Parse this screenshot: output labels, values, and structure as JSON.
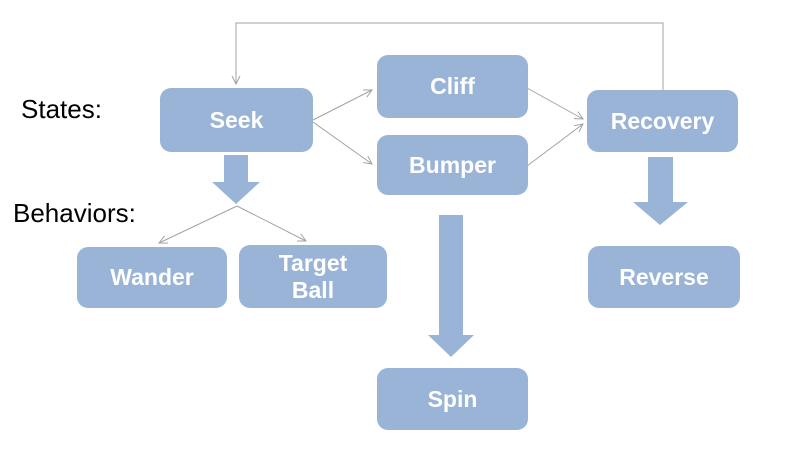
{
  "diagram": {
    "title": "Robot state machine diagram",
    "labels": {
      "states": "States:",
      "behaviors": "Behaviors:"
    },
    "nodes": {
      "seek": {
        "label": "Seek",
        "kind": "state"
      },
      "cliff": {
        "label": "Cliff",
        "kind": "state"
      },
      "bumper": {
        "label": "Bumper",
        "kind": "state"
      },
      "recovery": {
        "label": "Recovery",
        "kind": "state"
      },
      "wander": {
        "label": "Wander",
        "kind": "behavior"
      },
      "target_ball": {
        "label": "Target\nBall",
        "kind": "behavior"
      },
      "reverse": {
        "label": "Reverse",
        "kind": "behavior"
      },
      "spin": {
        "label": "Spin",
        "kind": "behavior"
      }
    },
    "edges": [
      {
        "from": "recovery",
        "to": "seek",
        "style": "thin-arrow-loop"
      },
      {
        "from": "seek",
        "to": "cliff",
        "style": "thin-arrow"
      },
      {
        "from": "seek",
        "to": "bumper",
        "style": "thin-arrow"
      },
      {
        "from": "cliff",
        "to": "recovery",
        "style": "thin-arrow"
      },
      {
        "from": "bumper",
        "to": "recovery",
        "style": "thin-arrow"
      },
      {
        "from": "seek",
        "to": "wander",
        "style": "thin-arrow"
      },
      {
        "from": "seek",
        "to": "target_ball",
        "style": "thin-arrow"
      },
      {
        "from": "seek",
        "to": "behaviors-fork",
        "style": "block-arrow"
      },
      {
        "from": "bumper",
        "to": "spin",
        "style": "block-arrow"
      },
      {
        "from": "recovery",
        "to": "reverse",
        "style": "block-arrow"
      }
    ],
    "colors": {
      "node_fill": "#9ab4d8",
      "node_text": "#ffffff",
      "connector": "#a3a3a3",
      "label_text": "#000000",
      "background": "#ffffff"
    }
  }
}
